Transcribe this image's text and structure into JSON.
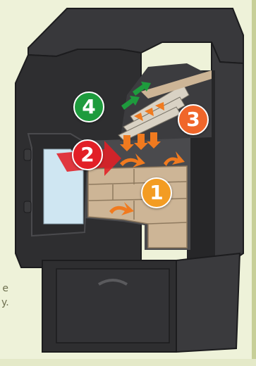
{
  "callouts": [
    {
      "number": "1",
      "color": "#f39c23"
    },
    {
      "number": "2",
      "color": "#e21f26"
    },
    {
      "number": "3",
      "color": "#f0662a"
    },
    {
      "number": "4",
      "color": "#1e9b3d"
    }
  ],
  "side_text": [
    "e",
    "y."
  ],
  "colors": {
    "background": "#eef2d9",
    "stove_body": "#2e2e30",
    "stove_highlight": "#4a4a4d",
    "firebrick": "#cdb596",
    "flame_arrow": "#f07a1f",
    "air_arrow": "#e21f26",
    "exhaust_arrow": "#1e9b3d",
    "glass": "#cfe6f2"
  }
}
